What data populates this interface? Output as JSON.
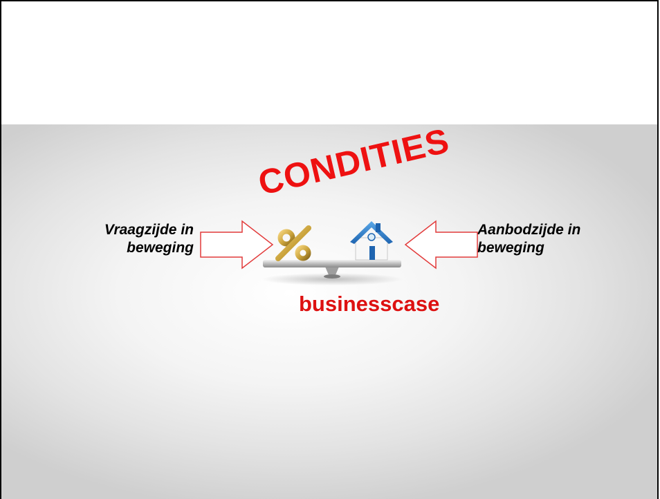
{
  "slide": {
    "left_label_line1": "Vraagzijde in",
    "left_label_line2": "beweging",
    "right_label_line1": "Aanbodzijde in",
    "right_label_line2": "beweging",
    "stamp_text": "CONDITIES",
    "caption": "businesscase"
  },
  "icons": {
    "left_arrow": "outline-arrow-right-icon",
    "right_arrow": "outline-arrow-left-icon",
    "scale": "balance-scale-percent-house-icon"
  },
  "colors": {
    "accent_red": "#ee1111",
    "arrow_stroke": "#e23a3a",
    "house_roof": "#2a7fc9",
    "percent_gold": "#c9a23a"
  }
}
